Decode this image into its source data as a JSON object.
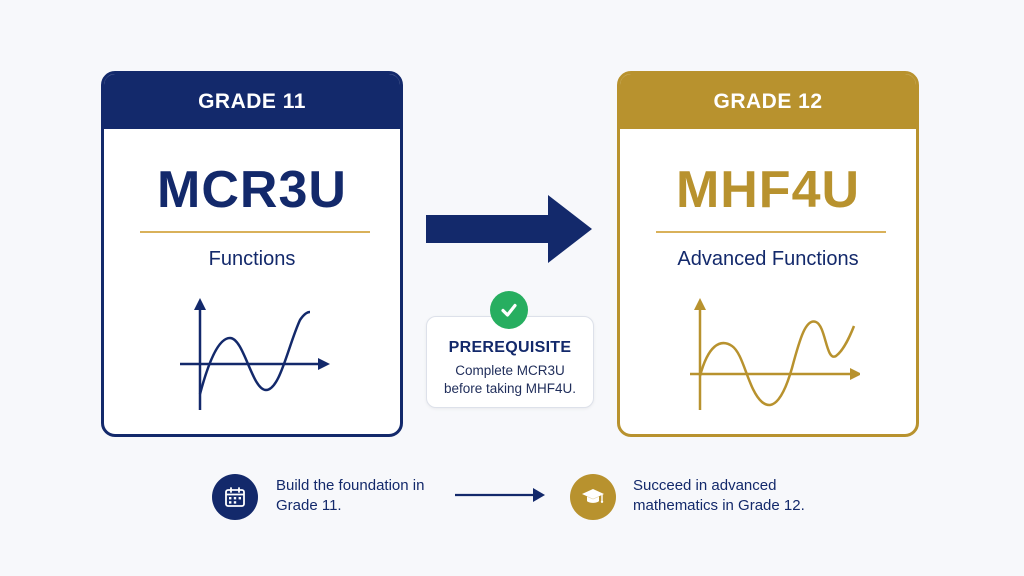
{
  "left_card": {
    "grade": "GRADE 11",
    "code": "MCR3U",
    "name": "Functions"
  },
  "right_card": {
    "grade": "GRADE 12",
    "code": "MHF4U",
    "name": "Advanced Functions"
  },
  "prerequisite": {
    "title": "PREREQUISITE",
    "text": "Complete MCR3U before taking MHF4U."
  },
  "bottom": {
    "left_text": "Build the foundation in Grade 11.",
    "right_text": "Succeed in advanced mathematics in Grade 12."
  },
  "colors": {
    "navy": "#13296b",
    "gold": "#b8922e",
    "check_green": "#27ae60"
  },
  "icons": {
    "left_bottom": "calendar-icon",
    "right_bottom": "graduation-cap-icon",
    "prerequisite": "check-icon"
  }
}
